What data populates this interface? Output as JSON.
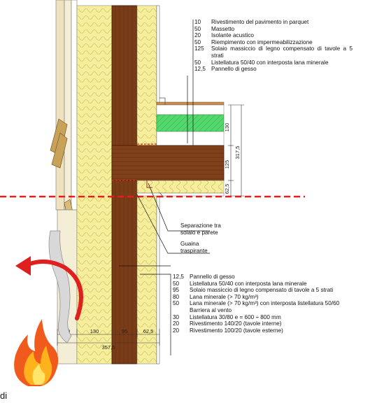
{
  "layers_top": [
    {
      "q": "10",
      "d": "Rivestimento del pavimento in parquet"
    },
    {
      "q": "50",
      "d": "Massetto"
    },
    {
      "q": "20",
      "d": "Isolante acustico"
    },
    {
      "q": "50",
      "d": "Riempimento con impermeabilizzazione"
    },
    {
      "q": "125",
      "d": "Solaio massiccio di legno compensato di tavole a 5 strati"
    },
    {
      "q": "50",
      "d": "Listellatura 50/40 con interposta lana minerale"
    },
    {
      "q": "12,5",
      "d": "Pannello di gesso"
    }
  ],
  "layers_bottom": [
    {
      "q": "12,5",
      "d": "Pannello di gesso"
    },
    {
      "q": "50",
      "d": "Listellatura 50/40 con interposta lana minerale"
    },
    {
      "q": "95",
      "d": "Solaio massiccio di legno compensato di tavole a 5 strati"
    },
    {
      "q": "80",
      "d": "Lana minerale (> 70 kg/m³)"
    },
    {
      "q": "50",
      "d": "Lana minerale (> 70 kg/m³) con interposta listellatura 50/60"
    },
    {
      "q": "",
      "d": "Barriera al vento"
    },
    {
      "q": "30",
      "d": "Listellatura 30/80 e = 600 ÷ 800 mm"
    },
    {
      "q": "20",
      "d": "Rivestimento 140/20 (tavole interne)"
    },
    {
      "q": "20",
      "d": "Rivestimento 100/20 (tavole esterne)"
    }
  ],
  "labels": {
    "separazione_1": "Separazione tra",
    "separazione_2": "solaio e parete",
    "guaina_1": "Guaina",
    "guaina_2": "traspirante",
    "partial_text": "di"
  },
  "dims_vertical": {
    "d130": "130",
    "d125": "125",
    "d62": "62,5",
    "d317": "317,5"
  },
  "dims_horizontal": {
    "d70": "70",
    "d130": "130",
    "d95": "95",
    "d62": "62,5",
    "d357": "357,5"
  },
  "colors": {
    "insulation": "#f6ee9c",
    "timber": "#7a3c17",
    "timber_dark": "#5a2a0e",
    "acoustic_green": "#4fd66a",
    "fire_line": "#e0201e",
    "cladding": "#c9a25a"
  },
  "icons": [
    "fire-icon",
    "red-curved-arrow-icon"
  ]
}
